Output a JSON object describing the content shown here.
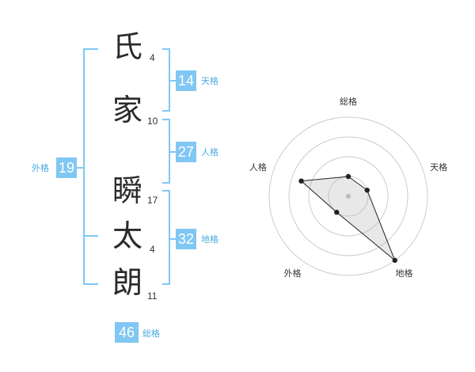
{
  "colors": {
    "accent": "#80c7f3",
    "label": "#4aa9e0",
    "text": "#2a2a2a",
    "radar_line": "#222222",
    "grid": "#cccccc"
  },
  "name": {
    "chars": [
      {
        "char": "氏",
        "strokes": "4"
      },
      {
        "char": "家",
        "strokes": "10"
      },
      {
        "char": "瞬",
        "strokes": "17"
      },
      {
        "char": "太",
        "strokes": "4"
      },
      {
        "char": "朗",
        "strokes": "11"
      }
    ]
  },
  "fortunes": {
    "tenkaku": {
      "value": "14",
      "label": "天格"
    },
    "jinkaku": {
      "value": "27",
      "label": "人格"
    },
    "chikaku": {
      "value": "32",
      "label": "地格"
    },
    "gaikaku": {
      "value": "19",
      "label": "外格"
    },
    "soukaku": {
      "value": "46",
      "label": "総格"
    }
  },
  "chart_data": {
    "type": "radar",
    "axes": [
      "総格",
      "天格",
      "地格",
      "外格",
      "人格"
    ],
    "rings": 4,
    "max": 4,
    "values": [
      1,
      1,
      4,
      1,
      2.5
    ]
  }
}
